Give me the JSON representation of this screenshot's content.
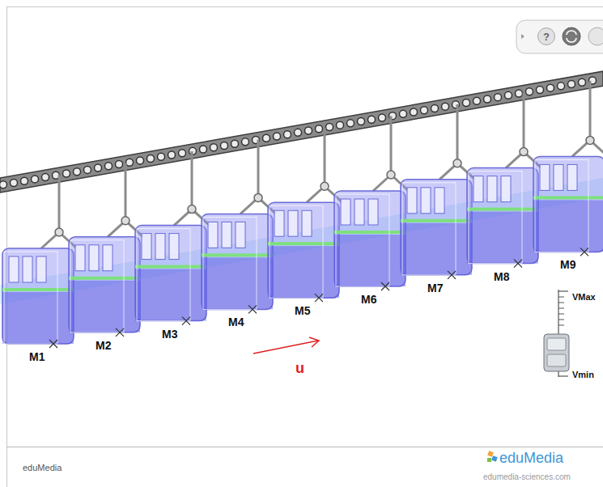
{
  "diagram": {
    "nodes": [
      {
        "text": [
          "?"
        ]
      }
    ],
    "labels": [
      "M1",
      "M2",
      "M3",
      "M4",
      "M5",
      "M6",
      "M7",
      "M8",
      "M9",
      "u",
      "VMax",
      "Vmin",
      "eduMedia",
      "eduMedia",
      "edumedia-sciences.com"
    ]
  }
}
